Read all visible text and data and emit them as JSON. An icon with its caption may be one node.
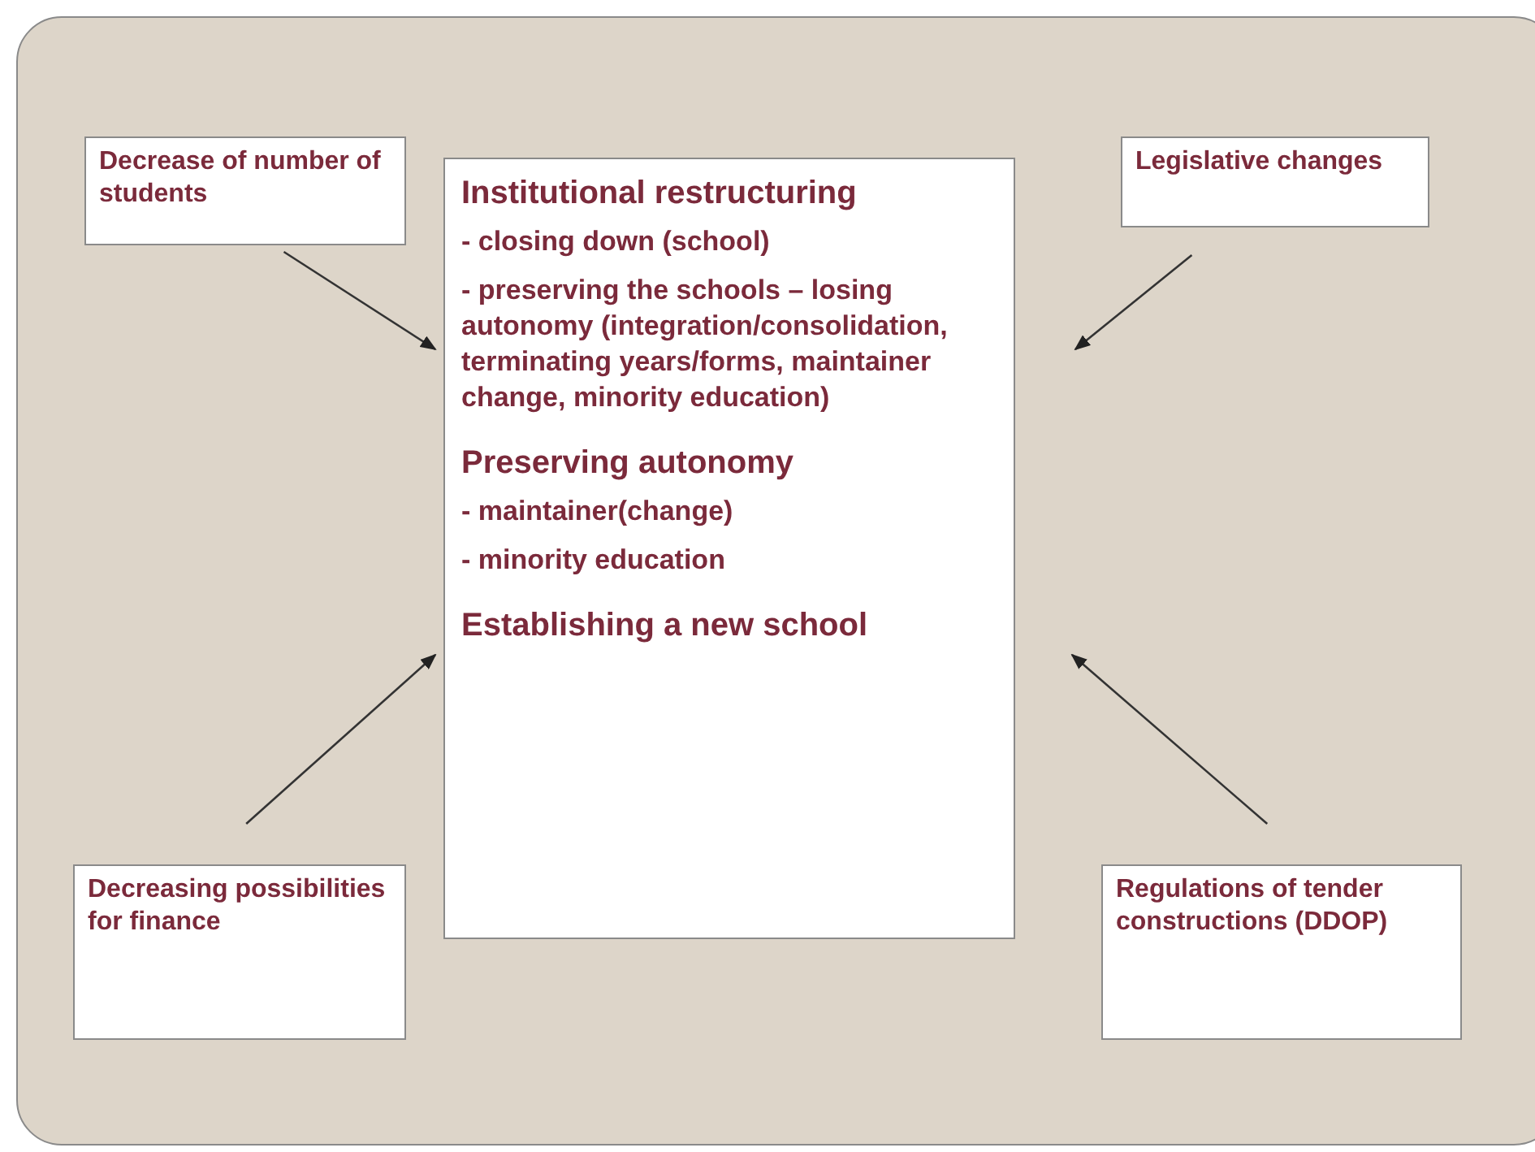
{
  "diagram": {
    "nodes": [
      {
        "text": [
          "Decrease of number of students"
        ]
      },
      {
        "text": [
          "Institutional restructuring",
          "- closing down (school)",
          "- preserving the schools – losing autonomy (integration/consolidation, terminating years/forms, maintainer change, minority education)",
          "Preserving autonomy",
          "- maintainer(change)",
          "- minority education",
          "Establishing a new school"
        ]
      },
      {
        "text": [
          "Legislative changes"
        ]
      },
      {
        "text": [
          "Decreasing possibilities for finance"
        ]
      },
      {
        "text": [
          "Regulations of tender constructions (DDOP)"
        ]
      }
    ],
    "edges": [
      {
        "from": 0,
        "to": 1,
        "arrow": "to"
      },
      {
        "from": 2,
        "to": 1,
        "arrow": "to"
      },
      {
        "from": 3,
        "to": 1,
        "arrow": "to"
      },
      {
        "from": 4,
        "to": 1,
        "arrow": "to"
      }
    ]
  }
}
